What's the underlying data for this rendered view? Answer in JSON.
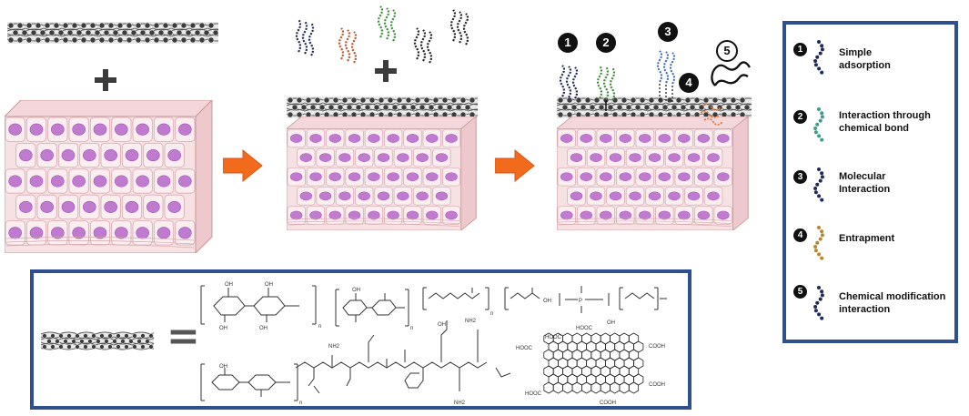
{
  "legend": {
    "items": [
      {
        "num": "1",
        "label": "Simple\nadsorption",
        "color": "#1f2a5a"
      },
      {
        "num": "2",
        "label": "Interaction through\nchemical bond",
        "color": "#3e9c8a"
      },
      {
        "num": "3",
        "label": "Molecular\nInteraction",
        "color": "#1f2a5a"
      },
      {
        "num": "4",
        "label": "Entrapment",
        "color": "#b8862b"
      },
      {
        "num": "5",
        "label": "Chemical modification\ninteraction",
        "color": "#1f2a5a"
      }
    ]
  },
  "markers": [
    "1",
    "2",
    "3",
    "4",
    "5"
  ],
  "equals_sign": "=",
  "colors": {
    "border_blue": "#2f4f8f",
    "arrow_orange": "#f26b1d",
    "cell_purple": "#c07ad0",
    "tissue_pink": "#f6e1e3",
    "mucus_gray": "#777777",
    "chain_navy": "#1f2a5a",
    "chain_green": "#3f8f3a",
    "chain_red": "#c0552c",
    "chain_blue": "#3a66c4"
  },
  "struct_labels": {
    "cooh": "COOH",
    "hooc": "HOOC",
    "oh": "OH",
    "nh2": "NH2",
    "n": "n"
  }
}
